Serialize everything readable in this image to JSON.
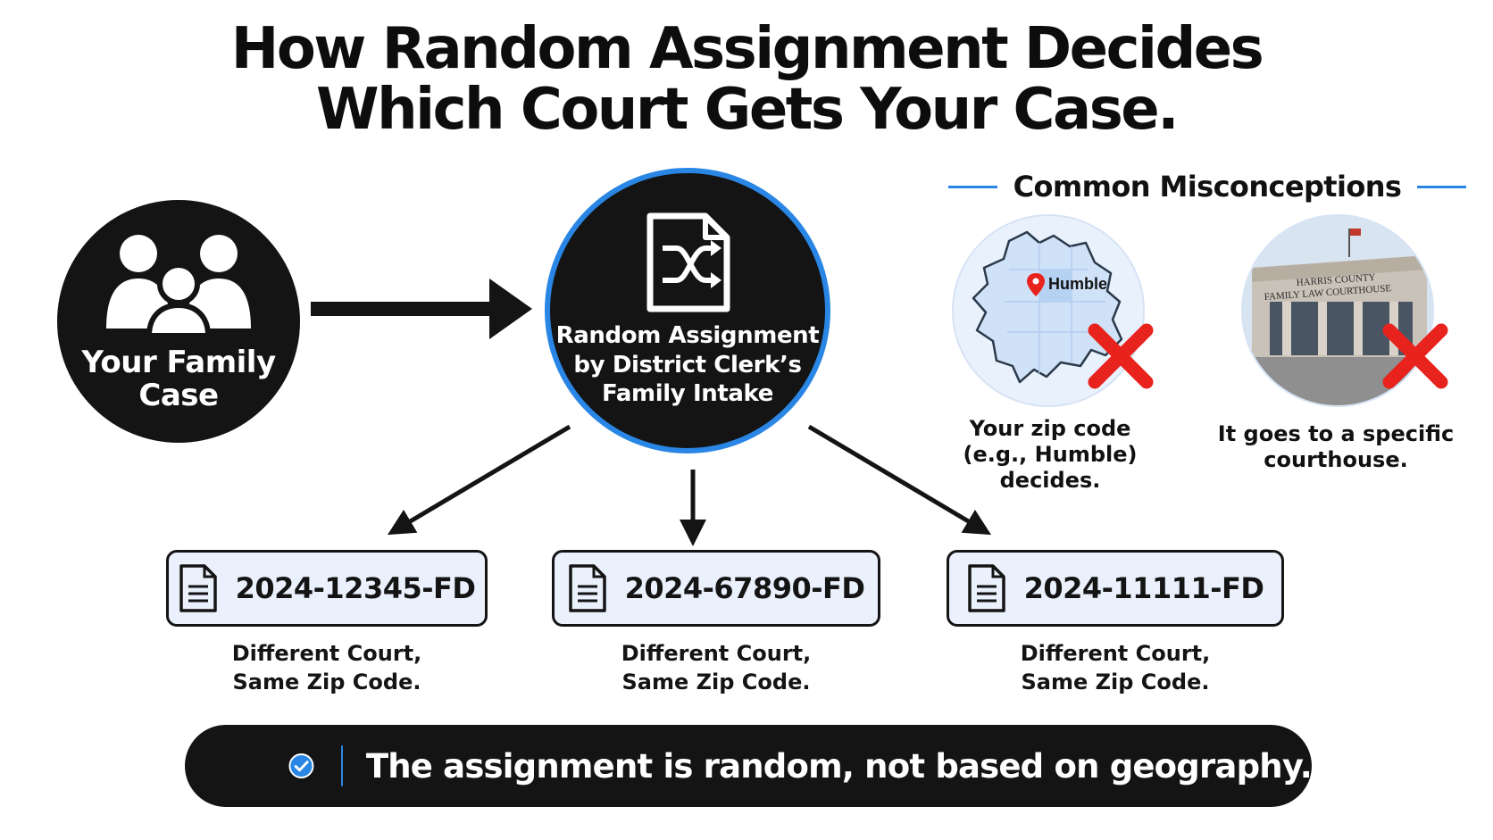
{
  "title": {
    "line1": "How Random Assignment Decides",
    "line2": "Which Court Gets Your Case."
  },
  "family": {
    "icon": "family-icon",
    "label_line1": "Your Family",
    "label_line2": "Case"
  },
  "clerk": {
    "icon": "shuffle-document-icon",
    "label_line1": "Random Assignment",
    "label_line2": "by District Clerk’s",
    "label_line3": "Family Intake"
  },
  "cases": [
    {
      "number": "2024-12345-FD",
      "note_line1": "Different Court,",
      "note_line2": "Same Zip Code."
    },
    {
      "number": "2024-67890-FD",
      "note_line1": "Different Court,",
      "note_line2": "Same Zip Code."
    },
    {
      "number": "2024-11111-FD",
      "note_line1": "Different Court,",
      "note_line2": "Same Zip Code."
    }
  ],
  "misconceptions": {
    "heading": "Common Misconceptions",
    "items": [
      {
        "image": "county-map",
        "map_label": "Humble",
        "caption_line1": "Your zip code",
        "caption_line2": "(e.g., Humble) decides."
      },
      {
        "image": "courthouse-photo",
        "sign_line1": "HARRIS COUNTY",
        "sign_line2": "FAMILY LAW COURTHOUSE",
        "caption_line1": "It goes to a specific",
        "caption_line2": "courthouse."
      }
    ]
  },
  "banner": {
    "icon": "check-circle-icon",
    "text": "The assignment is random, not based on geography."
  },
  "colors": {
    "accent": "#2a86e4",
    "dark": "#141414",
    "case_fill": "#eaf1fd",
    "x_mark": "#e8231d"
  }
}
